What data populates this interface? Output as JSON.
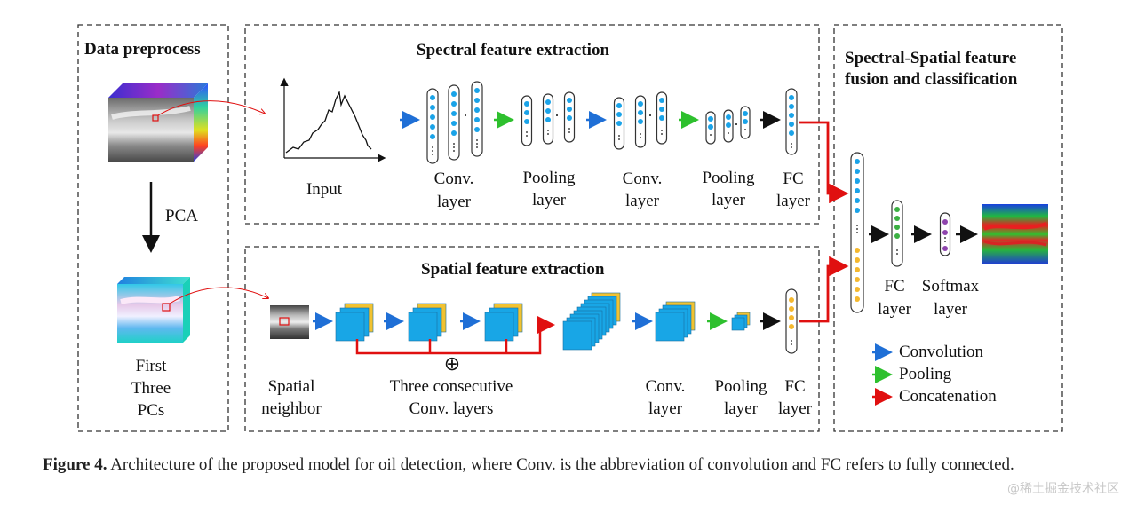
{
  "sections": {
    "data_preprocess": "Data preprocess",
    "spectral": "Spectral feature extraction",
    "spatial": "Spatial feature extraction",
    "fusion_line1": "Spectral-Spatial feature",
    "fusion_line2": "fusion and classification"
  },
  "preprocess": {
    "pca": "PCA",
    "first_three_pcs": [
      "First",
      "Three",
      "PCs"
    ]
  },
  "spectral_labels": {
    "input": "Input",
    "conv1": [
      "Conv.",
      "layer"
    ],
    "pool1": [
      "Pooling",
      "layer"
    ],
    "conv2": [
      "Conv.",
      "layer"
    ],
    "pool2": [
      "Pooling",
      "layer"
    ],
    "fc": [
      "FC",
      "layer"
    ]
  },
  "spatial_labels": {
    "neighbor": [
      "Spatial",
      "neighbor"
    ],
    "oplus": "⊕",
    "three_conv": [
      "Three consecutive",
      "Conv. layers"
    ],
    "conv": [
      "Conv.",
      "layer"
    ],
    "pool": [
      "Pooling",
      "layer"
    ],
    "fc": [
      "FC",
      "layer"
    ]
  },
  "fusion_labels": {
    "fc": [
      "FC",
      "layer"
    ],
    "softmax": [
      "Softmax",
      "layer"
    ]
  },
  "legend": [
    {
      "label": "Convolution",
      "color": "#1f6fd6"
    },
    {
      "label": "Pooling",
      "color": "#2ec02e"
    },
    {
      "label": "Concatenation",
      "color": "#e01010"
    }
  ],
  "colors": {
    "conv_arrow": "#1f6fd6",
    "pool_arrow": "#2ec02e",
    "concat_arrow": "#e01010",
    "spectral_node": "#1aa3e8",
    "spatial_node": "#f5b82e",
    "fc_node": "#3cb043",
    "softmax_node": "#8e44ad",
    "feature_map": "#18a6e6",
    "feature_map_back": "#f2c230"
  },
  "caption": {
    "label": "Figure 4.",
    "text": "Architecture of the proposed model for oil detection, where Conv. is the abbreviation of convolution and FC refers to fully connected."
  },
  "watermark": "@稀土掘金技术社区"
}
